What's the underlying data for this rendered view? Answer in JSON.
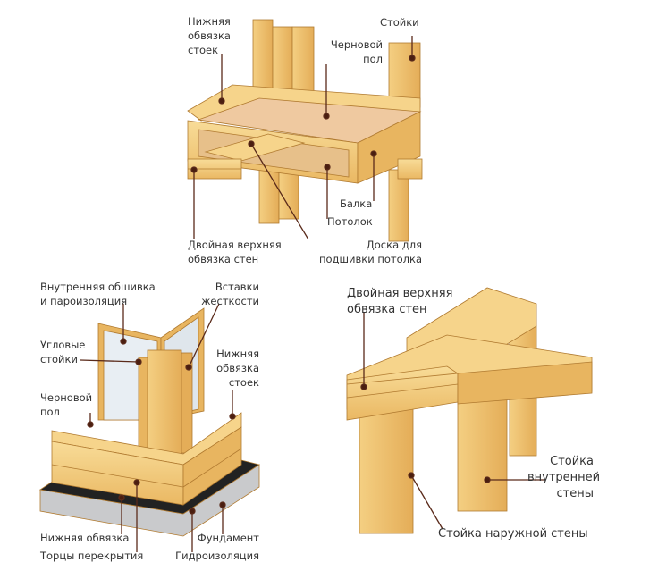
{
  "colors": {
    "wood_light": "#f8dc98",
    "wood": "#efc26a",
    "wood_dark": "#d69c45",
    "plywood": "#efc9a0",
    "membrane": "#e8eef3",
    "foundation": "#c9cacc",
    "waterproofing": "#222222",
    "leader": "#5a2a1a"
  },
  "top": {
    "label_bottom_plate": "Нижняя\nобвязка\nстоек",
    "label_studs": "Стойки",
    "label_subfloor": "Черновой\nпол",
    "label_joist": "Балка",
    "label_ceiling": "Потолок",
    "label_double_top_plate": "Двойная верхняя\nобвязка стен",
    "label_ceiling_board": "Доска для\nподшивки потолка"
  },
  "bottom_left": {
    "label_inner_sheathing": "Внутренняя обшивка\nи пароизоляция",
    "label_stiffeners": "Вставки\nжесткости",
    "label_corner_studs": "Угловые\nстойки",
    "label_bottom_plate": "Нижняя\nобвязка\nстоек",
    "label_subfloor": "Черновой\nпол",
    "label_sill": "Нижняя обвязка",
    "label_rim": "Торцы перекрытия",
    "label_foundation": "Фундамент",
    "label_waterproofing": "Гидроизоляция"
  },
  "bottom_right": {
    "label_double_top_plate": "Двойная верхняя\nобвязка стен",
    "label_inner_stud": "Стойка\nвнутренней\nстены",
    "label_outer_stud": "Стойка наружной стены"
  }
}
